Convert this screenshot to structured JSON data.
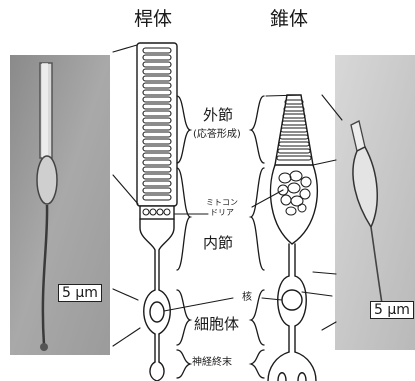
{
  "titles": {
    "rod": "桿体",
    "cone": "錐体"
  },
  "labels": {
    "outer_segment": "外節",
    "outer_segment_note": "(応答形成)",
    "mitochondria_line1": "ミトコン",
    "mitochondria_line2": "ドリア",
    "inner_segment": "内節",
    "nucleus": "核",
    "cell_body": "細胞体",
    "nerve_terminal": "神経終末"
  },
  "scale_bars": {
    "left": "5 μm",
    "right": "5 μm"
  }
}
